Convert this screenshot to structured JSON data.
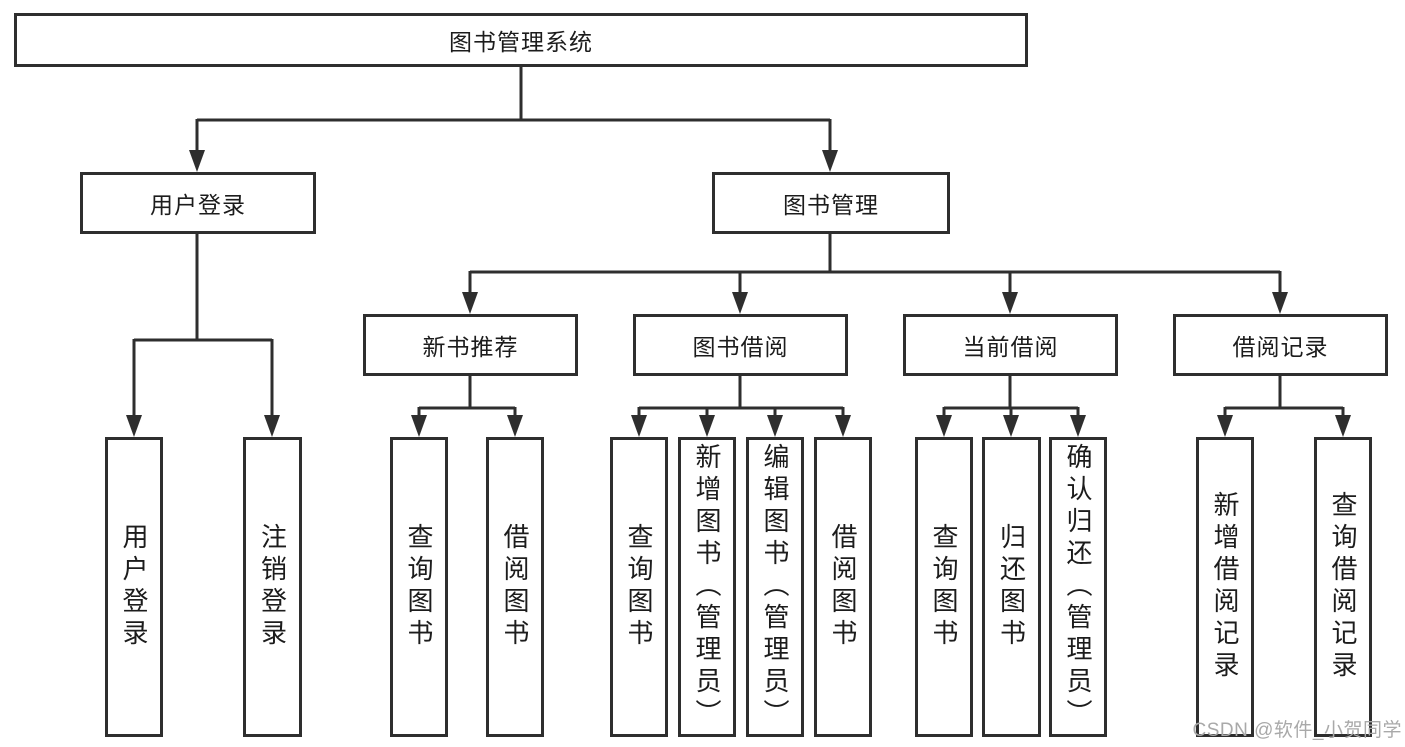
{
  "diagram": {
    "root": {
      "label": "图书管理系统"
    },
    "branches": [
      {
        "label": "用户登录"
      },
      {
        "label": "图书管理"
      }
    ],
    "modules": [
      {
        "label": "新书推荐"
      },
      {
        "label": "图书借阅"
      },
      {
        "label": "当前借阅"
      },
      {
        "label": "借阅记录"
      }
    ],
    "leaves": [
      {
        "label": "用户登录"
      },
      {
        "label": "注销登录"
      },
      {
        "label": "查询图书"
      },
      {
        "label": "借阅图书"
      },
      {
        "label": "查询图书"
      },
      {
        "label": "新增图书（管理员）"
      },
      {
        "label": "编辑图书（管理员）"
      },
      {
        "label": "借阅图书"
      },
      {
        "label": "查询图书"
      },
      {
        "label": "归还图书"
      },
      {
        "label": "确认归还（管理员）"
      },
      {
        "label": "新增借阅记录"
      },
      {
        "label": "查询借阅记录"
      }
    ]
  },
  "watermark": "CSDN @软件_小贺同学",
  "colors": {
    "line": "#2e2e2e",
    "text": "#1c1c1c",
    "watermark": "#a9a9a9",
    "background": "#ffffff"
  }
}
